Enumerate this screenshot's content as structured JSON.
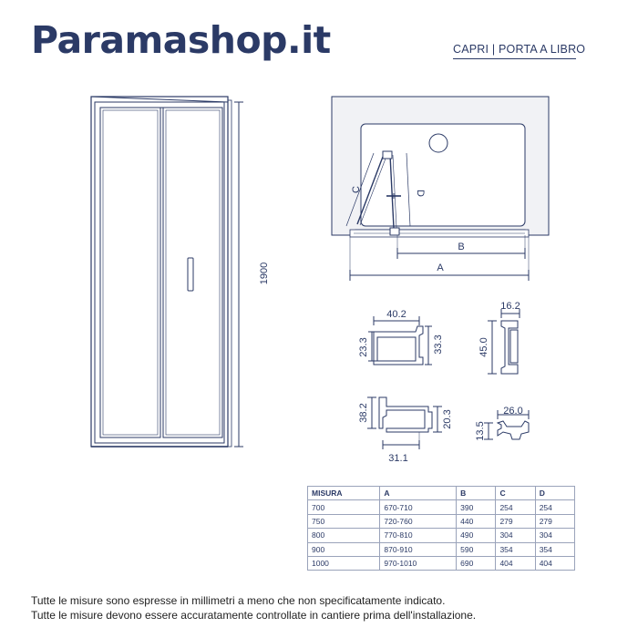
{
  "brand": "Paramashop.it",
  "subtitle": "CAPRI | PORTA A LIBRO",
  "dimensions": {
    "height_label": "1900",
    "plan": {
      "A": "A",
      "B": "B",
      "C": "C",
      "D": "D"
    },
    "profile1": {
      "top": "40.2",
      "left": "23.3",
      "right": "33.3"
    },
    "profile2": {
      "top": "16.2",
      "left": "45.0"
    },
    "profile3": {
      "left": "38.2",
      "right": "20.3",
      "bottom": "31.1"
    },
    "profile4": {
      "top": "26.0",
      "left": "13.5"
    }
  },
  "table": {
    "headers": [
      "MISURA",
      "A",
      "B",
      "C",
      "D"
    ],
    "rows": [
      [
        "700",
        "670-710",
        "390",
        "254",
        "254"
      ],
      [
        "750",
        "720-760",
        "440",
        "279",
        "279"
      ],
      [
        "800",
        "770-810",
        "490",
        "304",
        "304"
      ],
      [
        "900",
        "870-910",
        "590",
        "354",
        "354"
      ],
      [
        "1000",
        "970-1010",
        "690",
        "404",
        "404"
      ]
    ]
  },
  "notes": [
    "Tutte le misure sono espresse in millimetri a meno che non specificatamente indicato.",
    "Tutte le misure devono essere accuratamente controllate in cantiere prima dell'installazione."
  ],
  "colors": {
    "brand": "#2b3a66",
    "line": "#2b3a66",
    "table_border": "#9aa3ba"
  }
}
